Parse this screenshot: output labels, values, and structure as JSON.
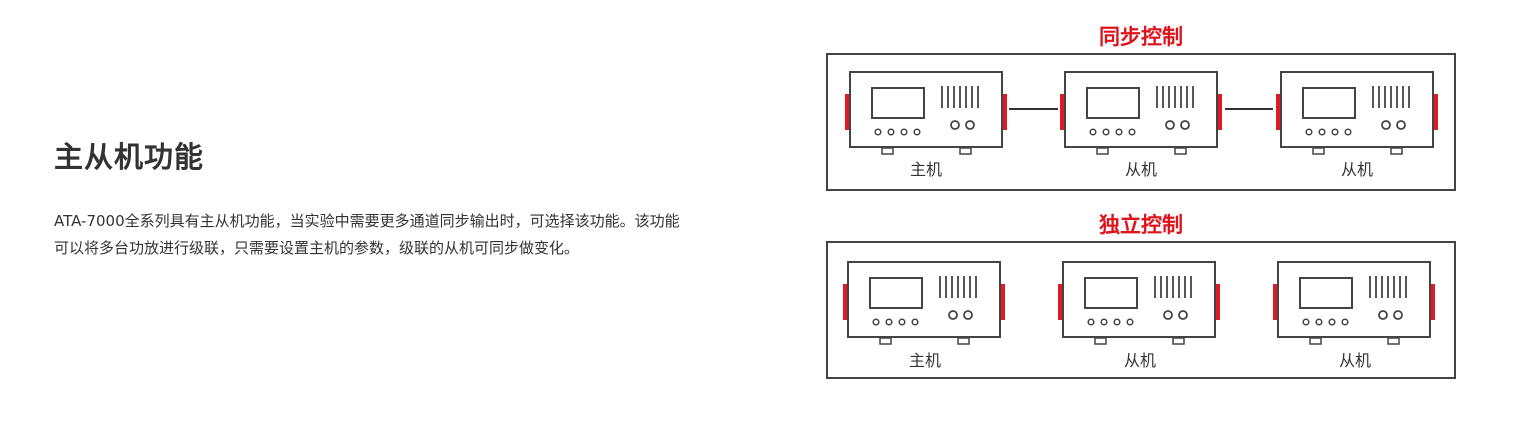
{
  "section": {
    "heading": "主从机功能",
    "description_line1": "ATA-7000全系列具有主从机功能，当实验中需要更多通道同步输出时，可选择该功能。该功能",
    "description_line2": "可以将多台功放进行级联，只需要设置主机的参数，级联的从机可同步做变化。"
  },
  "diagram": {
    "sync": {
      "title": "同步控制",
      "units": [
        "主机",
        "从机",
        "从机"
      ]
    },
    "independent": {
      "title": "独立控制",
      "units": [
        "主机",
        "从机",
        "从机"
      ]
    }
  },
  "colors": {
    "title_red": "#e0121b",
    "handle_red": "#e01b24",
    "outline": "#444444",
    "text": "#333333"
  }
}
